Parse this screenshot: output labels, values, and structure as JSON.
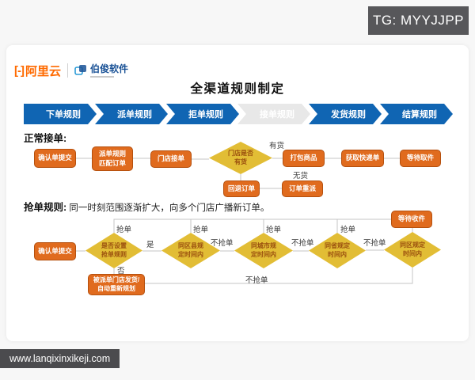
{
  "badges": {
    "tg": "TG: MYYJJPP",
    "website": "www.lanqixinxikeji.com"
  },
  "header": {
    "brand1_icon": "[-]",
    "brand1": "阿里云",
    "brand2": "伯俊软件",
    "title": "全渠道规则制定"
  },
  "tabs": [
    {
      "label": "下单规则"
    },
    {
      "label": "派单规则"
    },
    {
      "label": "拒单规则"
    },
    {
      "label": "接单规则"
    },
    {
      "label": "发货规则"
    },
    {
      "label": "结算规则"
    }
  ],
  "flow_normal": {
    "heading": "正常接单:",
    "nodes": {
      "confirm": "确认单提交",
      "dispatch": "派单规则\n匹配订单",
      "store_accept": "门店接单",
      "stock_check": "门店是否\n有货",
      "pack": "打包商品",
      "courier": "获取快递单",
      "wait_pickup": "等待取件",
      "rollback": "回退订单",
      "redispatch": "订单重派"
    },
    "labels": {
      "has_stock": "有货",
      "no_stock": "无货"
    }
  },
  "flow_grab": {
    "heading_bold": "抢单规则:",
    "heading_text": " 同一时刻范围逐渐扩大，向多个门店广播新订单。",
    "nodes": {
      "confirm": "确认单提交",
      "rule_set": "是否设置\n抢单规则",
      "district": "同区县规\n定时间内",
      "city": "同城市规\n定时间内",
      "province": "同省规定\n时间内",
      "region": "同区规定\n时间内",
      "wait_receive": "等待收件",
      "fallback": "被派单门店发货/\n自动重新规划"
    },
    "labels": {
      "grab": "抢单",
      "yes": "是",
      "no": "否",
      "no_grab": "不抢单"
    }
  },
  "colors": {
    "accent_blue": "#1065b3",
    "box_orange": "#e06b1e",
    "diamond_yellow": "#e2bd35",
    "badge_gray": "#57575a"
  }
}
